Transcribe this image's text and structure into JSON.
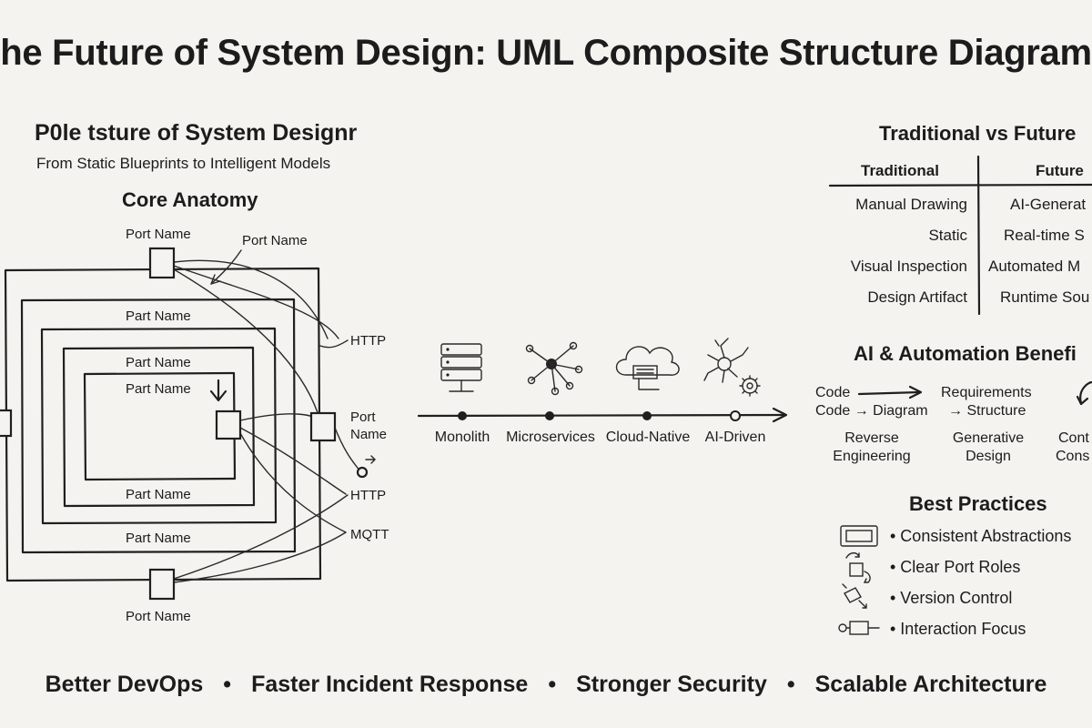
{
  "title": "he Future of System Design: UML Composite Structure Diagram",
  "subtitle": "P0le tsture of System Designr",
  "tagline": "From Static Blueprints to Intelligent Models",
  "anatomy": {
    "heading": "Core Anatomy",
    "port_top": "Port Name",
    "port_top_arrow": "Port Name",
    "parts": [
      "Part Name",
      "Part Name",
      "Part Name",
      "Part Name",
      "Part Name"
    ],
    "port_bottom": "Port Name",
    "right_labels": [
      "HTTP",
      "Port",
      "Name",
      "HTTP",
      "MQTT"
    ]
  },
  "evolution": {
    "stages": [
      "Monolith",
      "Microservices",
      "Cloud-Native",
      "AI-Driven"
    ],
    "icons": [
      "server-icon",
      "network-icon",
      "cloud-icon",
      "neural-gear-icon"
    ]
  },
  "comparison": {
    "heading": "Traditional vs Future",
    "col_traditional": "Traditional",
    "col_future": "Future",
    "rows": [
      {
        "traditional": "Manual Drawing",
        "future": "AI-Generat"
      },
      {
        "traditional": "Static",
        "future": "Real-time S"
      },
      {
        "traditional": "Visual Inspection",
        "future": "Automated M"
      },
      {
        "traditional": "Design Artifact",
        "future": "Runtime Sou"
      }
    ]
  },
  "ai": {
    "heading": "AI & Automation Benefi",
    "code_line1": "Code",
    "code_line2": "Code → Diagram",
    "req_line1": "Requirements",
    "req_line2": "→ Structure",
    "rev_line1": "Reverse",
    "rev_line2": "Engineering",
    "gen_line1": "Generative",
    "gen_line2": "Design",
    "cont_line1": "Cont",
    "cont_line2": "Cons"
  },
  "best_practices": {
    "heading": "Best Practices",
    "items": [
      "• Consistent Abstractions",
      "• Clear Port Roles",
      "• Version Control",
      "• Interaction Focus"
    ]
  },
  "footer": {
    "items": [
      "Better DevOps",
      "Faster Incident Response",
      "Stronger Security",
      "Scalable Architecture"
    ],
    "separator": "•"
  }
}
